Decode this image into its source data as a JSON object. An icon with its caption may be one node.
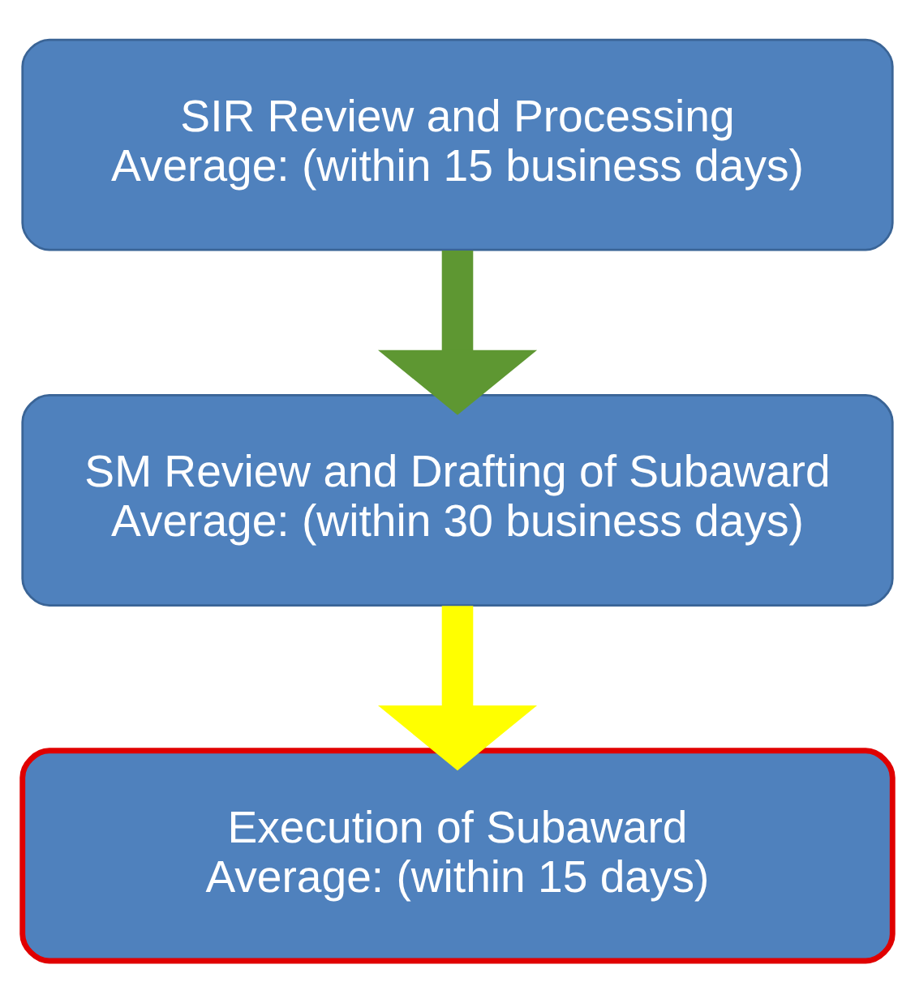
{
  "diagram": {
    "nodes": [
      {
        "text": [
          "SIR Review and Processing",
          "Average: (within 15 business days)"
        ]
      },
      {
        "text": [
          "SM Review and Drafting of Subaward",
          "Average: (within 30 business days)"
        ]
      },
      {
        "text": [
          "Execution of Subaward",
          "Average: (within 15 days)"
        ]
      }
    ],
    "edges": [
      {
        "from": 0,
        "to": 1,
        "arrow": "to",
        "color": "#5e9732"
      },
      {
        "from": 1,
        "to": 2,
        "arrow": "to",
        "color": "#ffff00"
      }
    ]
  }
}
